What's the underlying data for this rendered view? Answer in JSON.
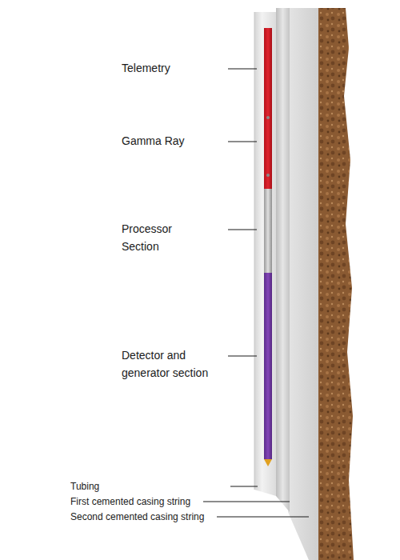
{
  "diagram": {
    "labels": [
      "Telemetry",
      "Gamma Ray",
      "Processor Section",
      "Detector and generator section",
      "Tubing",
      "First cemented casing string",
      "Second cemented casing string"
    ]
  }
}
